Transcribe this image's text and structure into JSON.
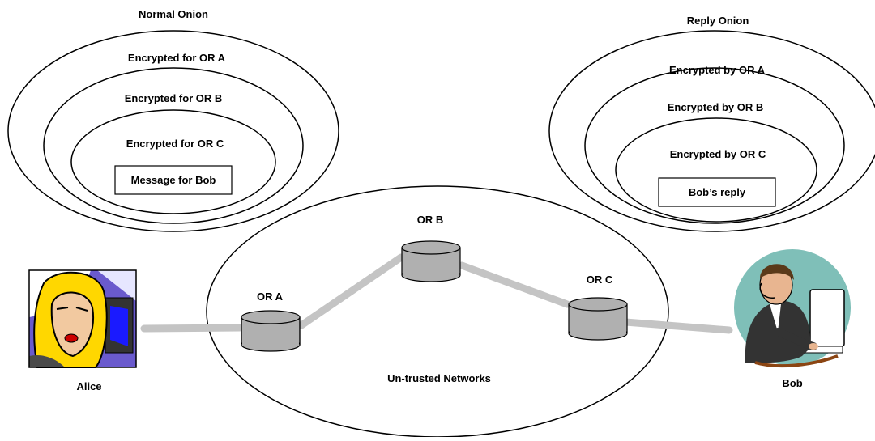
{
  "normal_onion": {
    "title": "Normal Onion",
    "layers": [
      "Encrypted for OR A",
      "Encrypted for OR B",
      "Encrypted for OR C"
    ],
    "core": "Message for Bob"
  },
  "reply_onion": {
    "title": "Reply Onion",
    "layers": [
      "Encrypted by OR A",
      "Encrypted by OR B",
      "Encrypted by OR C"
    ],
    "core": "Bob’s reply"
  },
  "network": {
    "label": "Un-trusted Networks",
    "routers": [
      {
        "id": "a",
        "label": "OR A"
      },
      {
        "id": "b",
        "label": "OR B"
      },
      {
        "id": "c",
        "label": "OR C"
      }
    ]
  },
  "people": {
    "alice": "Alice",
    "bob": "Bob"
  },
  "colors": {
    "router_fill": "#b0b0b0",
    "link": "#c4c4c4",
    "bob_background": "#7fbfb8"
  }
}
